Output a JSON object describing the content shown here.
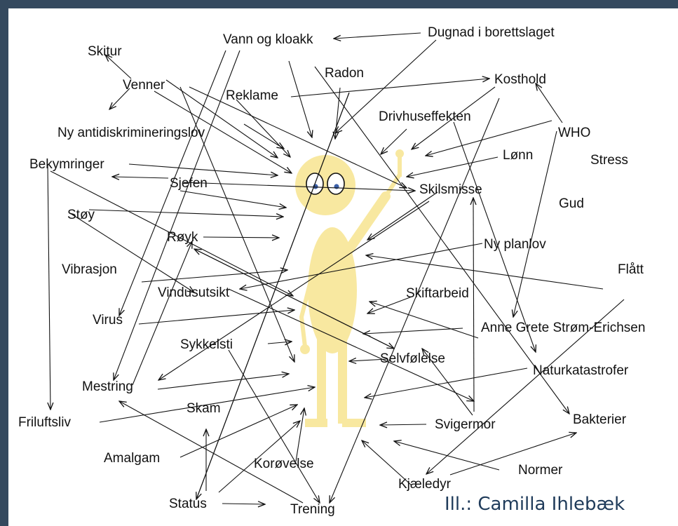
{
  "colors": {
    "figure": "#f8e8a0",
    "eye_iris": "#3b5fa8",
    "line": "#111111",
    "background": "#34495e",
    "credit": "#1f3b5a"
  },
  "icons": [
    "stick-figure-icon",
    "eye-icon",
    "arrow-icon"
  ],
  "credit": "Ill.: Camilla Ihlebæk",
  "labels": {
    "skitur": "Skitur",
    "vann_og_kloakk": "Vann og kloakk",
    "dugnad": "Dugnad i borettslaget",
    "venner": "Venner",
    "radon": "Radon",
    "kosthold": "Kosthold",
    "reklame": "Reklame",
    "drivhuseffekten": "Drivhuseffekten",
    "ny_antidiskriminering": "Ny antidiskrimineringslov",
    "who": "WHO",
    "lonn": "Lønn",
    "stress": "Stress",
    "bekymringer": "Bekymringer",
    "sjefen": "Sjefen",
    "skilsmisse": "Skilsmisse",
    "gud": "Gud",
    "stoy": "Støy",
    "royk": "Røyk",
    "ny_planlov": "Ny planlov",
    "vibrasjon": "Vibrasjon",
    "flatt": "Flått",
    "vindusutsikt": "Vindusutsikt",
    "skiftarbeid": "Skiftarbeid",
    "virus": "Virus",
    "anne_grete": "Anne Grete Strøm-Erichsen",
    "sykkelsti": "Sykkelsti",
    "selvfolelse": "Selvfølelse",
    "naturkatastrofer": "Naturkatastrofer",
    "mestring": "Mestring",
    "skam": "Skam",
    "bakterier": "Bakterier",
    "friluftsliv": "Friluftsliv",
    "svigermor": "Svigermor",
    "amalgam": "Amalgam",
    "normer": "Normer",
    "korovelse": "Korøvelse",
    "kjaeledyr": "Kjæledyr",
    "status": "Status",
    "trening": "Trening"
  }
}
